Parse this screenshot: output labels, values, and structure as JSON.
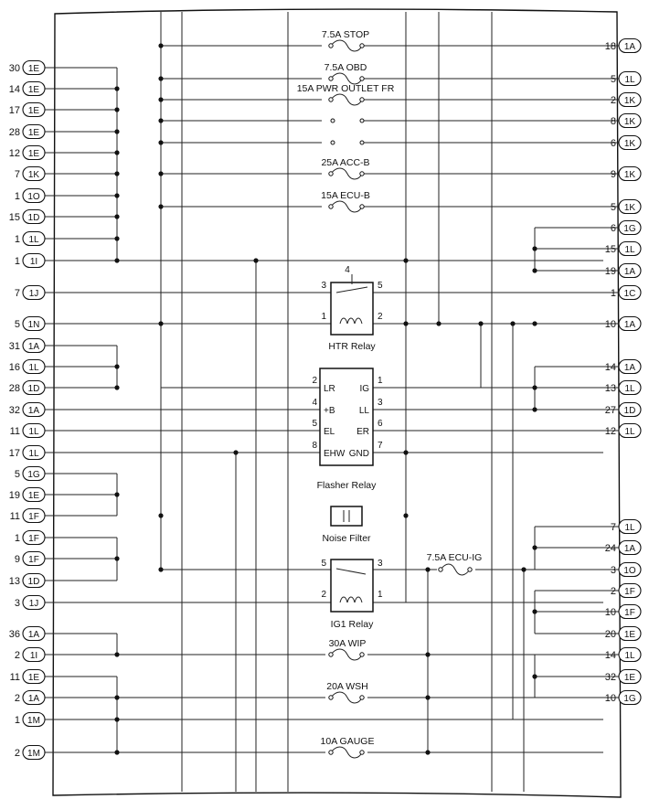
{
  "left_terminals": [
    {
      "pin": "30",
      "conn": "1E"
    },
    {
      "pin": "14",
      "conn": "1E"
    },
    {
      "pin": "17",
      "conn": "1E"
    },
    {
      "pin": "28",
      "conn": "1E"
    },
    {
      "pin": "12",
      "conn": "1E"
    },
    {
      "pin": "7",
      "conn": "1K"
    },
    {
      "pin": "1",
      "conn": "1O"
    },
    {
      "pin": "15",
      "conn": "1D"
    },
    {
      "pin": "1",
      "conn": "1L"
    },
    {
      "pin": "1",
      "conn": "1I"
    },
    {
      "pin": "7",
      "conn": "1J"
    },
    {
      "pin": "5",
      "conn": "1N"
    },
    {
      "pin": "31",
      "conn": "1A"
    },
    {
      "pin": "16",
      "conn": "1L"
    },
    {
      "pin": "28",
      "conn": "1D"
    },
    {
      "pin": "32",
      "conn": "1A"
    },
    {
      "pin": "11",
      "conn": "1L"
    },
    {
      "pin": "17",
      "conn": "1L"
    },
    {
      "pin": "5",
      "conn": "1G"
    },
    {
      "pin": "19",
      "conn": "1E"
    },
    {
      "pin": "11",
      "conn": "1F"
    },
    {
      "pin": "1",
      "conn": "1F"
    },
    {
      "pin": "9",
      "conn": "1F"
    },
    {
      "pin": "13",
      "conn": "1D"
    },
    {
      "pin": "3",
      "conn": "1J"
    },
    {
      "pin": "36",
      "conn": "1A"
    },
    {
      "pin": "2",
      "conn": "1I"
    },
    {
      "pin": "11",
      "conn": "1E"
    },
    {
      "pin": "2",
      "conn": "1A"
    },
    {
      "pin": "1",
      "conn": "1M"
    },
    {
      "pin": "2",
      "conn": "1M"
    }
  ],
  "right_terminals": [
    {
      "pin": "18",
      "conn": "1A"
    },
    {
      "pin": "5",
      "conn": "1L"
    },
    {
      "pin": "2",
      "conn": "1K"
    },
    {
      "pin": "8",
      "conn": "1K"
    },
    {
      "pin": "6",
      "conn": "1K"
    },
    {
      "pin": "9",
      "conn": "1K"
    },
    {
      "pin": "5",
      "conn": "1K"
    },
    {
      "pin": "6",
      "conn": "1G"
    },
    {
      "pin": "15",
      "conn": "1L"
    },
    {
      "pin": "19",
      "conn": "1A"
    },
    {
      "pin": "1",
      "conn": "1C"
    },
    {
      "pin": "10",
      "conn": "1A"
    },
    {
      "pin": "14",
      "conn": "1A"
    },
    {
      "pin": "13",
      "conn": "1L"
    },
    {
      "pin": "27",
      "conn": "1D"
    },
    {
      "pin": "12",
      "conn": "1L"
    },
    {
      "pin": "7",
      "conn": "1L"
    },
    {
      "pin": "24",
      "conn": "1A"
    },
    {
      "pin": "3",
      "conn": "1O"
    },
    {
      "pin": "2",
      "conn": "1F"
    },
    {
      "pin": "10",
      "conn": "1F"
    },
    {
      "pin": "20",
      "conn": "1E"
    },
    {
      "pin": "14",
      "conn": "1L"
    },
    {
      "pin": "32",
      "conn": "1E"
    },
    {
      "pin": "10",
      "conn": "1G"
    }
  ],
  "fuses": [
    {
      "label": "7.5A STOP"
    },
    {
      "label": "7.5A OBD"
    },
    {
      "label": "15A PWR OUTLET FR"
    },
    {
      "label": "25A ACC-B"
    },
    {
      "label": "15A ECU-B"
    },
    {
      "label": "7.5A ECU-IG"
    },
    {
      "label": "30A WIP"
    },
    {
      "label": "20A WSH"
    },
    {
      "label": "10A GAUGE"
    }
  ],
  "htr_relay": {
    "title": "HTR Relay",
    "pins": [
      "4",
      "3",
      "5",
      "1",
      "2"
    ]
  },
  "flasher_relay": {
    "title": "Flasher Relay",
    "left_terms": [
      "LR",
      "+B",
      "EL",
      "EHW"
    ],
    "right_terms": [
      "IG",
      "LL",
      "ER",
      "GND"
    ],
    "left_pins": [
      "2",
      "4",
      "5",
      "8"
    ],
    "right_pins": [
      "1",
      "3",
      "6",
      "7"
    ]
  },
  "noise_filter": {
    "title": "Noise Filter"
  },
  "ig1_relay": {
    "title": "IG1 Relay",
    "pins": [
      "5",
      "3",
      "2",
      "1"
    ]
  }
}
